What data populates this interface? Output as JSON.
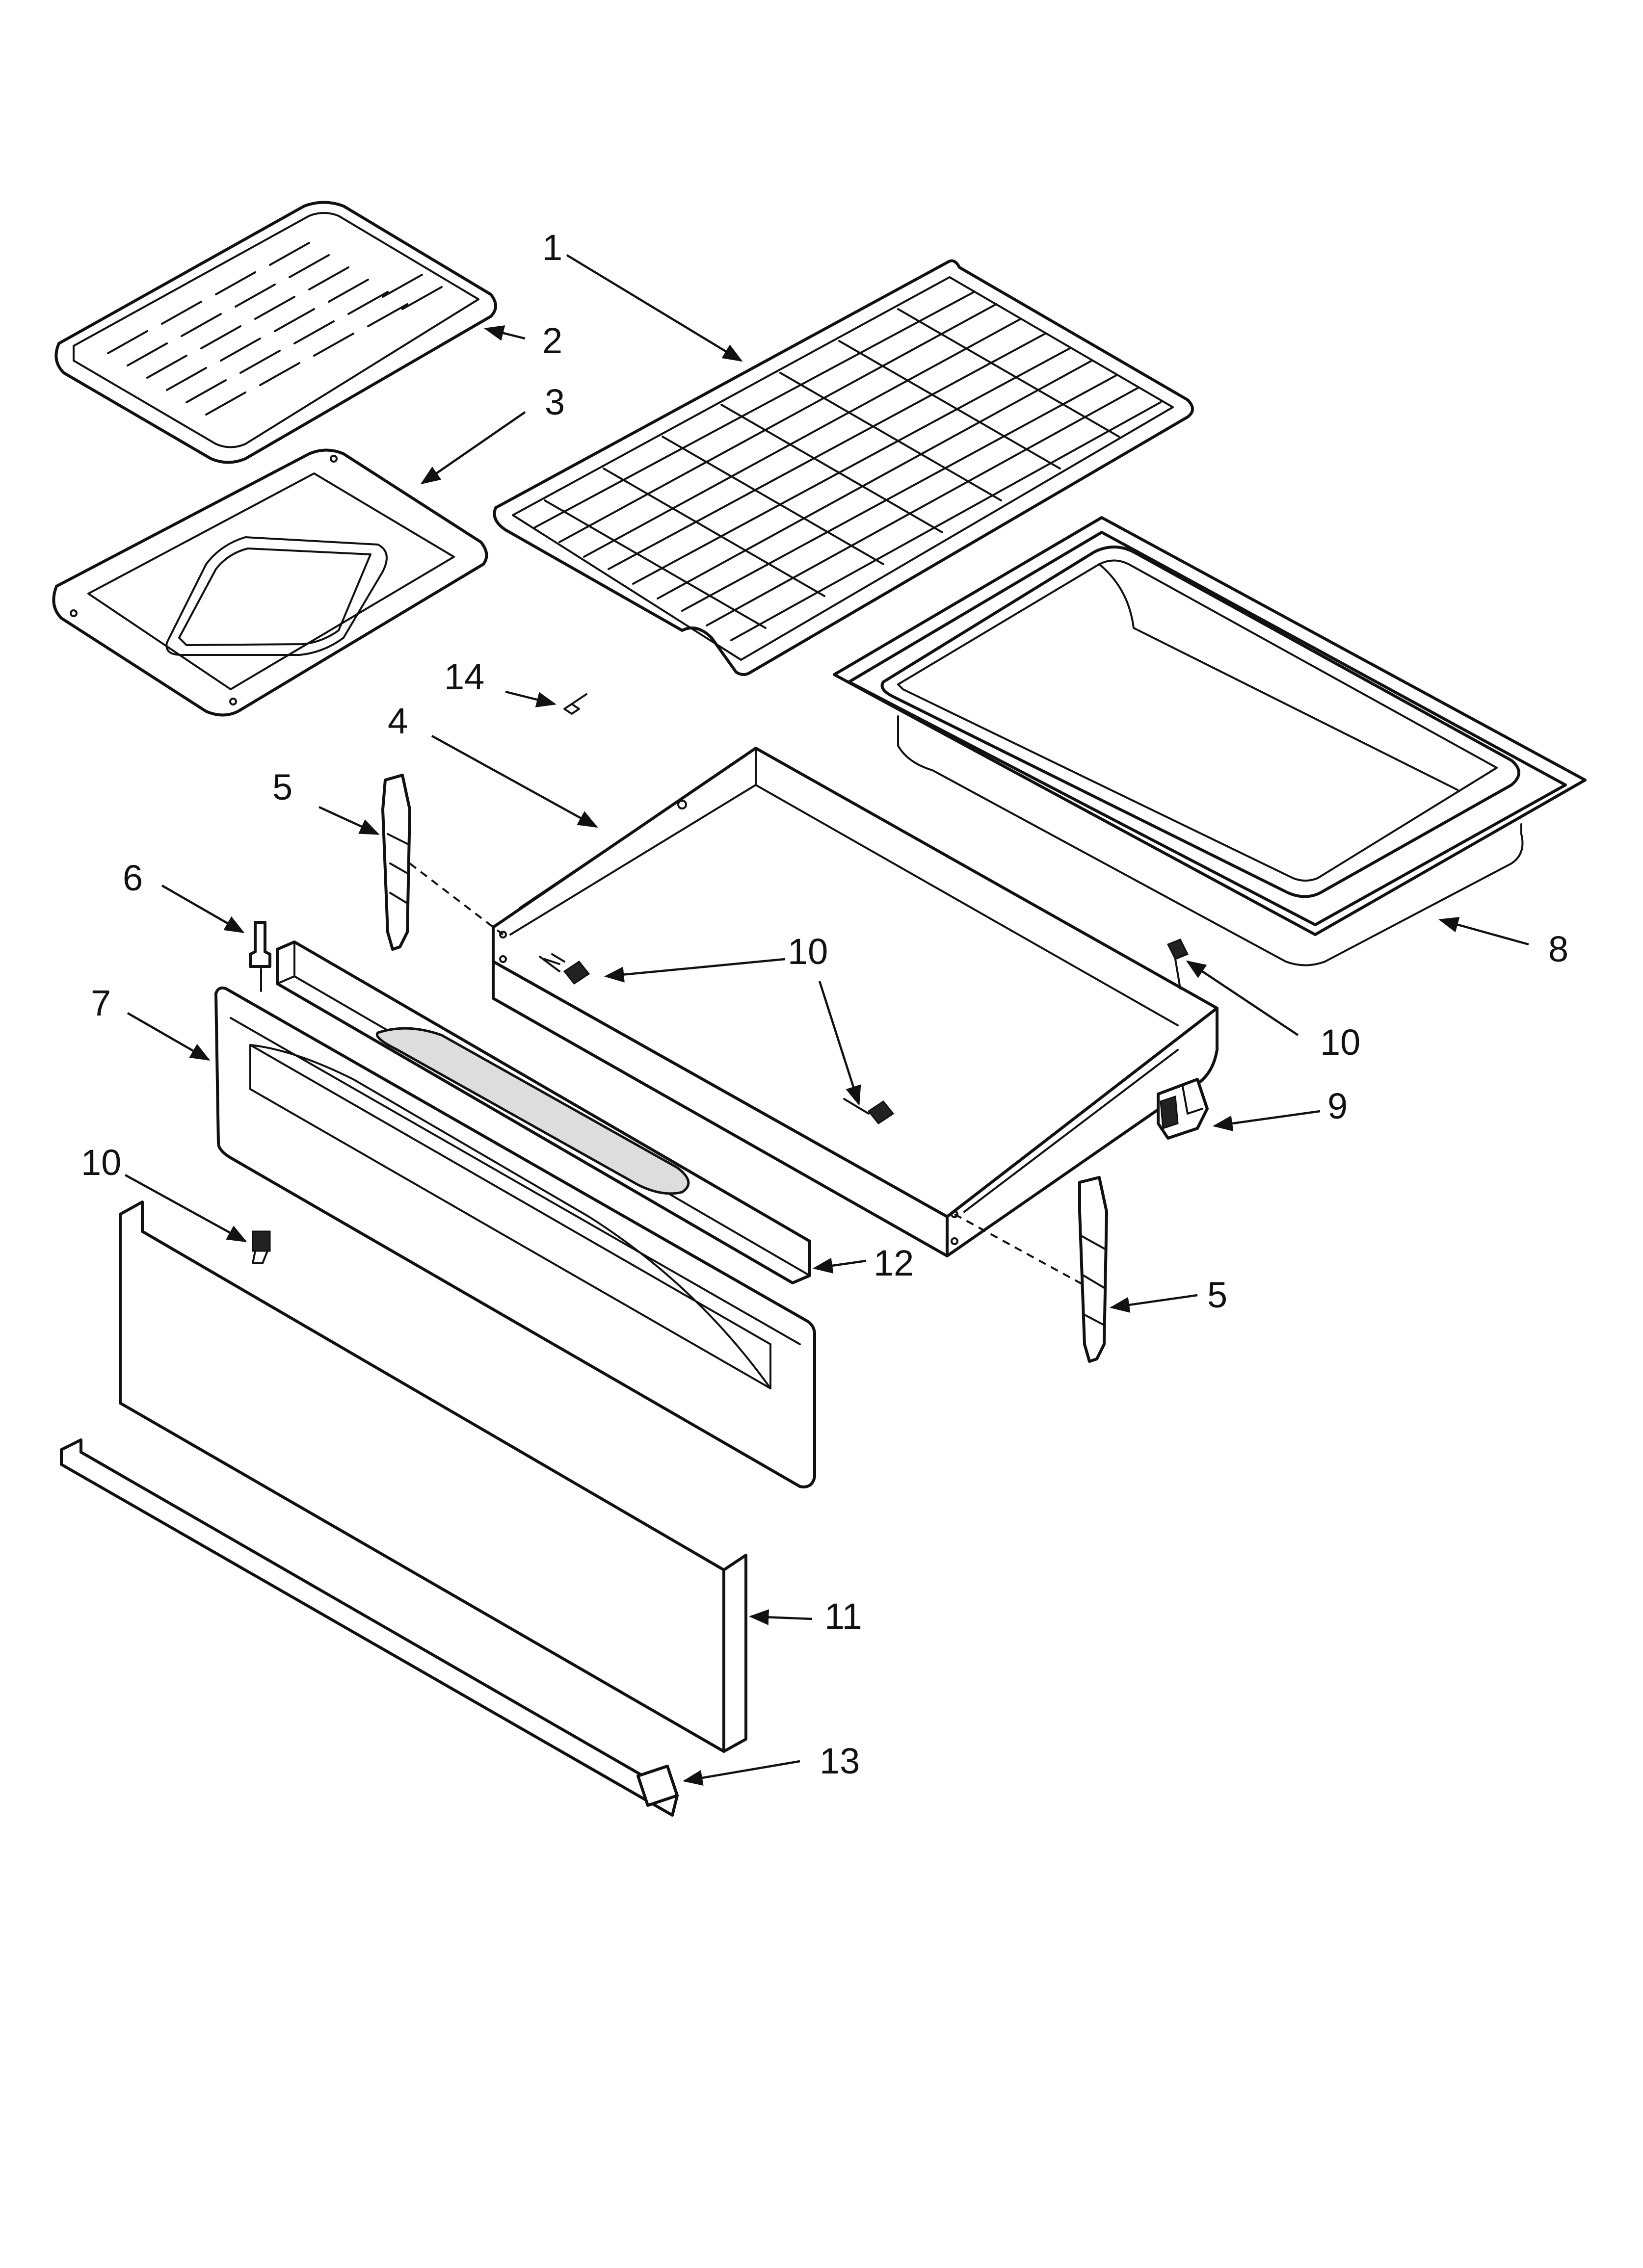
{
  "diagram": {
    "colors": {
      "line": "#111111",
      "background": "#ffffff",
      "shade": "#dddddd"
    },
    "callouts": [
      {
        "id": "c1",
        "label": "1"
      },
      {
        "id": "c2",
        "label": "2"
      },
      {
        "id": "c3",
        "label": "3"
      },
      {
        "id": "c4",
        "label": "4"
      },
      {
        "id": "c5a",
        "label": "5"
      },
      {
        "id": "c5b",
        "label": "5"
      },
      {
        "id": "c6",
        "label": "6"
      },
      {
        "id": "c7",
        "label": "7"
      },
      {
        "id": "c8",
        "label": "8"
      },
      {
        "id": "c9",
        "label": "9"
      },
      {
        "id": "c10a",
        "label": "10"
      },
      {
        "id": "c10b",
        "label": "10"
      },
      {
        "id": "c10c",
        "label": "10"
      },
      {
        "id": "c11",
        "label": "11"
      },
      {
        "id": "c12",
        "label": "12"
      },
      {
        "id": "c13",
        "label": "13"
      },
      {
        "id": "c14",
        "label": "14"
      }
    ]
  }
}
